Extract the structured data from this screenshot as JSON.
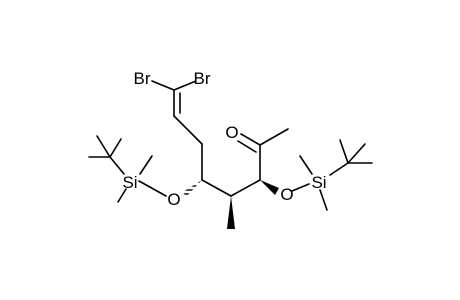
{
  "molecule": {
    "atom_labels": {
      "br_left": "Br",
      "br_right": "Br",
      "o_carbonyl": "O",
      "o_left": "O",
      "o_right": "O",
      "si_left": "Si",
      "si_right": "Si"
    },
    "colors": {
      "bond": "#000000",
      "text": "#000000",
      "background": "#ffffff"
    }
  }
}
